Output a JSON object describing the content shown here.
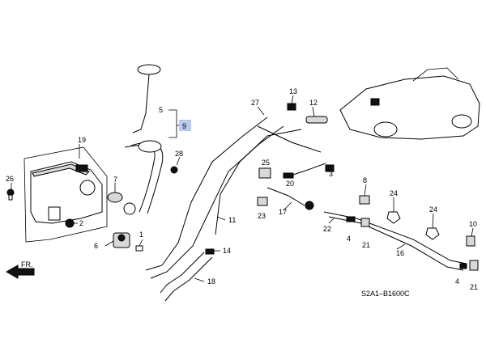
{
  "diagram": {
    "code": "S2A1–B1600C",
    "fr_label": "FR.",
    "callouts": {
      "c1": "1",
      "c2": "2",
      "c3": "3",
      "c4a": "4",
      "c4b": "4",
      "c5": "5",
      "c6": "6",
      "c7": "7",
      "c8": "8",
      "c9": "9",
      "c10": "10",
      "c11": "11",
      "c12": "12",
      "c13": "13",
      "c14": "14",
      "c16": "16",
      "c17": "17",
      "c18": "18",
      "c19": "19",
      "c20": "20",
      "c21a": "21",
      "c21b": "21",
      "c22": "22",
      "c23": "23",
      "c24a": "24",
      "c24b": "24",
      "c25": "25",
      "c26": "26",
      "c27": "27",
      "c28": "28"
    },
    "highlighted_callout": "9",
    "highlight_color": "#b8c8ee"
  }
}
